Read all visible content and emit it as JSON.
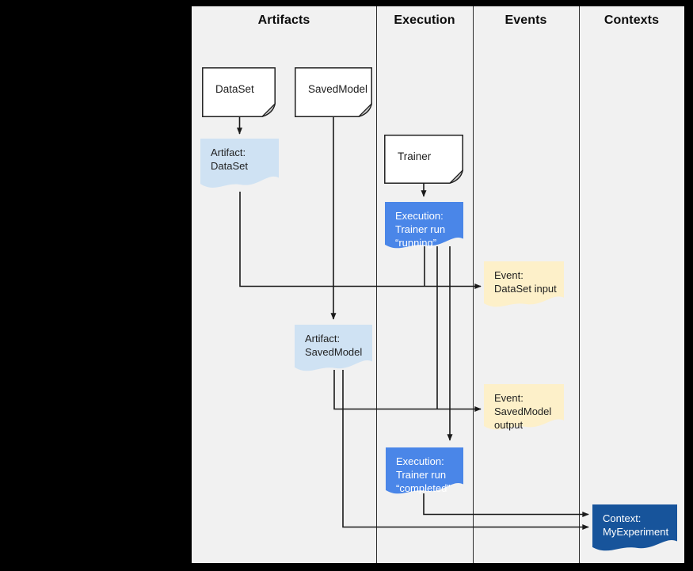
{
  "columns": [
    {
      "label": "Artifacts"
    },
    {
      "label": "Execution"
    },
    {
      "label": "Events"
    },
    {
      "label": "Contexts"
    }
  ],
  "nodes": {
    "dataset": {
      "label": "DataSet"
    },
    "savedmodel": {
      "label": "SavedModel"
    },
    "trainer": {
      "label": "Trainer"
    },
    "artifact_dataset": {
      "label": "Artifact:\nDataSet"
    },
    "execution_running": {
      "label": "Execution:\nTrainer run\n“running”"
    },
    "event_dataset_input": {
      "label": "Event:\nDataSet input"
    },
    "artifact_savedmodel": {
      "label": "Artifact:\nSavedModel"
    },
    "event_savedmodel_output": {
      "label": "Event:\nSavedModel\noutput"
    },
    "execution_completed": {
      "label": "Execution:\nTrainer run\n“completed”"
    },
    "context_myexperiment": {
      "label": "Context:\nMyExperiment"
    }
  },
  "colors": {
    "canvas_background": "#f1f1f1",
    "frame_background": "#000000",
    "artifact_fill": "#cfe2f3",
    "execution_fill": "#4a86e8",
    "event_fill": "#fdf0c9",
    "context_fill": "#17549b",
    "page_fill": "#ffffff",
    "line": "#1a1a1a"
  }
}
